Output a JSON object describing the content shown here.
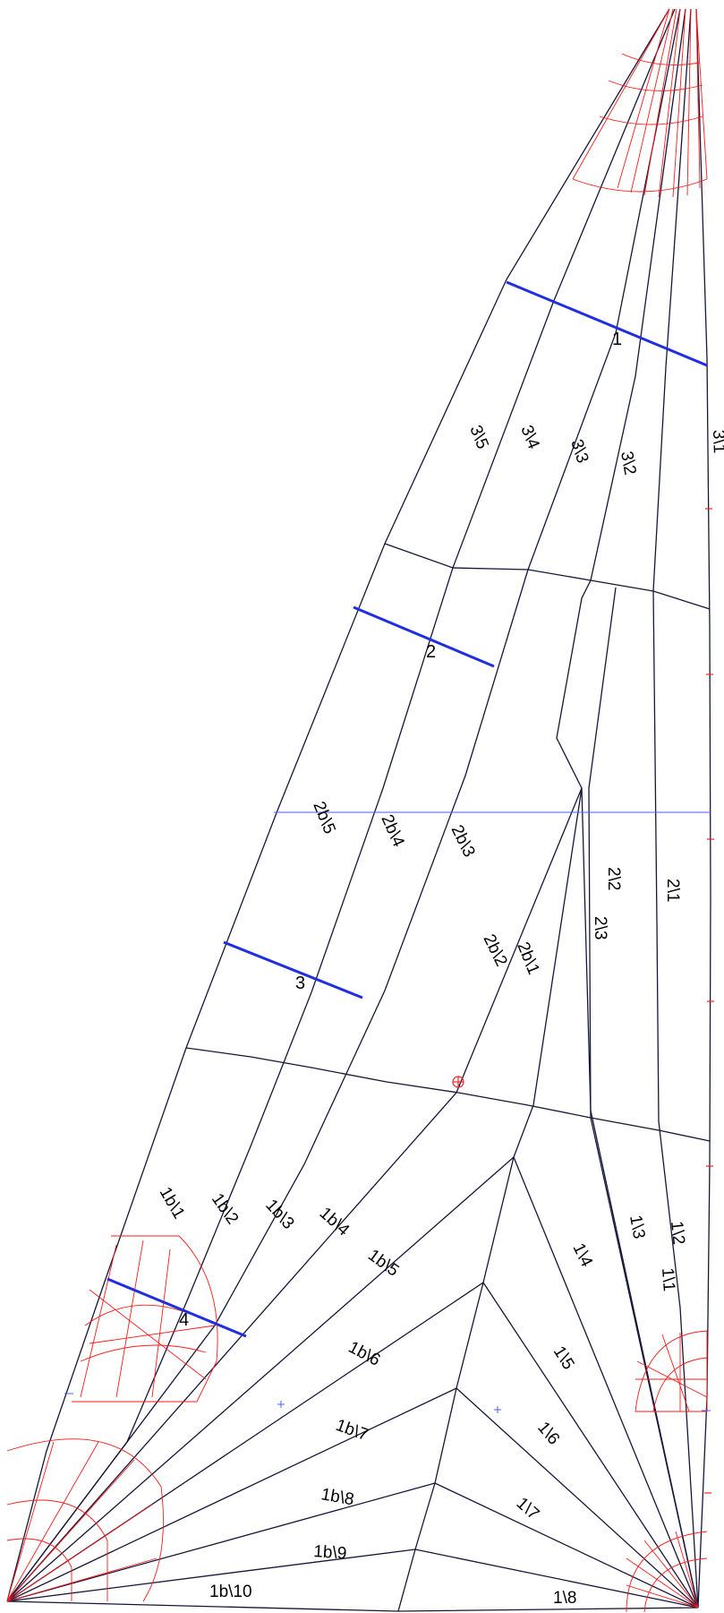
{
  "drawing": {
    "panel_labels": [
      {
        "text": "3\\5",
        "angle": 68
      },
      {
        "text": "3\\4",
        "angle": 68
      },
      {
        "text": "3\\3",
        "angle": 72
      },
      {
        "text": "3\\2",
        "angle": 80
      },
      {
        "text": "3\\1",
        "angle": 88
      },
      {
        "text": "2b\\5",
        "angle": 68
      },
      {
        "text": "2b\\4",
        "angle": 66
      },
      {
        "text": "2b\\3",
        "angle": 64
      },
      {
        "text": "2b\\2",
        "angle": 64
      },
      {
        "text": "2b\\1",
        "angle": 68
      },
      {
        "text": "2\\2",
        "angle": 90
      },
      {
        "text": "2\\1",
        "angle": 90
      },
      {
        "text": "2\\3",
        "angle": 90
      },
      {
        "text": "1b\\1",
        "angle": 60
      },
      {
        "text": "1b\\2",
        "angle": 55
      },
      {
        "text": "1b\\3",
        "angle": 48
      },
      {
        "text": "1b\\4",
        "angle": 42
      },
      {
        "text": "1b\\5",
        "angle": 36
      },
      {
        "text": "1b\\6",
        "angle": 28
      },
      {
        "text": "1b\\7",
        "angle": 20
      },
      {
        "text": "1b\\8",
        "angle": 10
      },
      {
        "text": "1b\\9",
        "angle": 4
      },
      {
        "text": "1b\\10",
        "angle": 0
      },
      {
        "text": "1\\3",
        "angle": 80
      },
      {
        "text": "1\\2",
        "angle": 84
      },
      {
        "text": "1\\1",
        "angle": 86
      },
      {
        "text": "1\\4",
        "angle": 64
      },
      {
        "text": "1\\5",
        "angle": 58
      },
      {
        "text": "1\\6",
        "angle": 50
      },
      {
        "text": "1\\7",
        "angle": 42
      },
      {
        "text": "1\\8",
        "angle": 0
      }
    ],
    "reference_labels": [
      "1",
      "2",
      "3",
      "4"
    ]
  }
}
